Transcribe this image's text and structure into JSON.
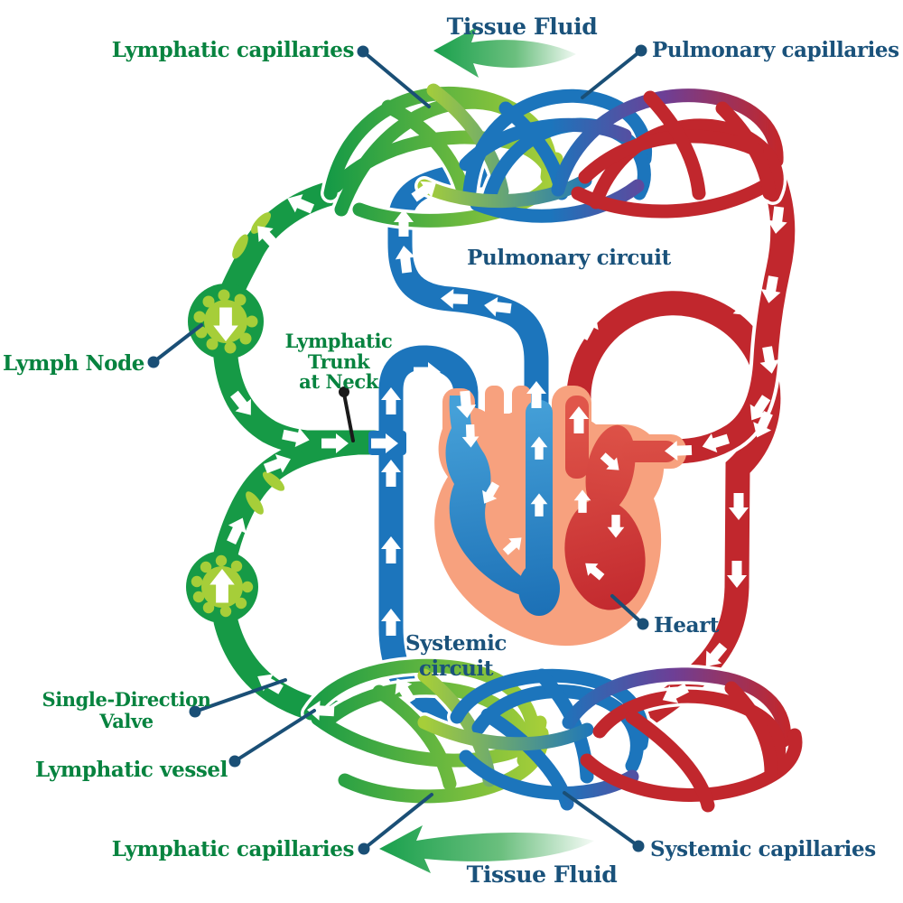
{
  "figure": {
    "type": "anatomical-diagram",
    "subject": "Blood circulation (pulmonary and systemic circuits) with lymphatic system"
  },
  "labels": {
    "tissue_fluid_top": "Tissue Fluid",
    "lymphatic_capillaries_top": "Lymphatic capillaries",
    "pulmonary_capillaries": "Pulmonary capillaries",
    "pulmonary_circuit": "Pulmonary circuit",
    "lymph_node": "Lymph Node",
    "lymphatic_trunk": {
      "line1": "Lymphatic",
      "line2": "Trunk",
      "line3": "at Neck"
    },
    "heart": "Heart",
    "systemic_circuit": {
      "line1": "Systemic",
      "line2": "circuit"
    },
    "single_direction_valve": {
      "line1": "Single-Direction",
      "line2": "Valve"
    },
    "lymphatic_vessel": "Lymphatic vessel",
    "lymphatic_capillaries_bottom": "Lymphatic capillaries",
    "systemic_capillaries": "Systemic capillaries",
    "tissue_fluid_bottom": "Tissue Fluid"
  },
  "colors": {
    "text_navy": "#1A527B",
    "text_green": "#07833F",
    "leader_navy": "#1A4F76",
    "leader_black": "#1A1A1A",
    "vessel_green": "#169A46",
    "vessel_green_light": "#A6CE39",
    "vessel_blue": "#1C75BC",
    "vessel_red": "#C1272D",
    "heart_salmon": "#F7A17E",
    "heart_red": "#D6473B",
    "heart_blue": "#3B95D0",
    "arrow_white": "#FFFFFF",
    "background": "#FFFFFF"
  }
}
